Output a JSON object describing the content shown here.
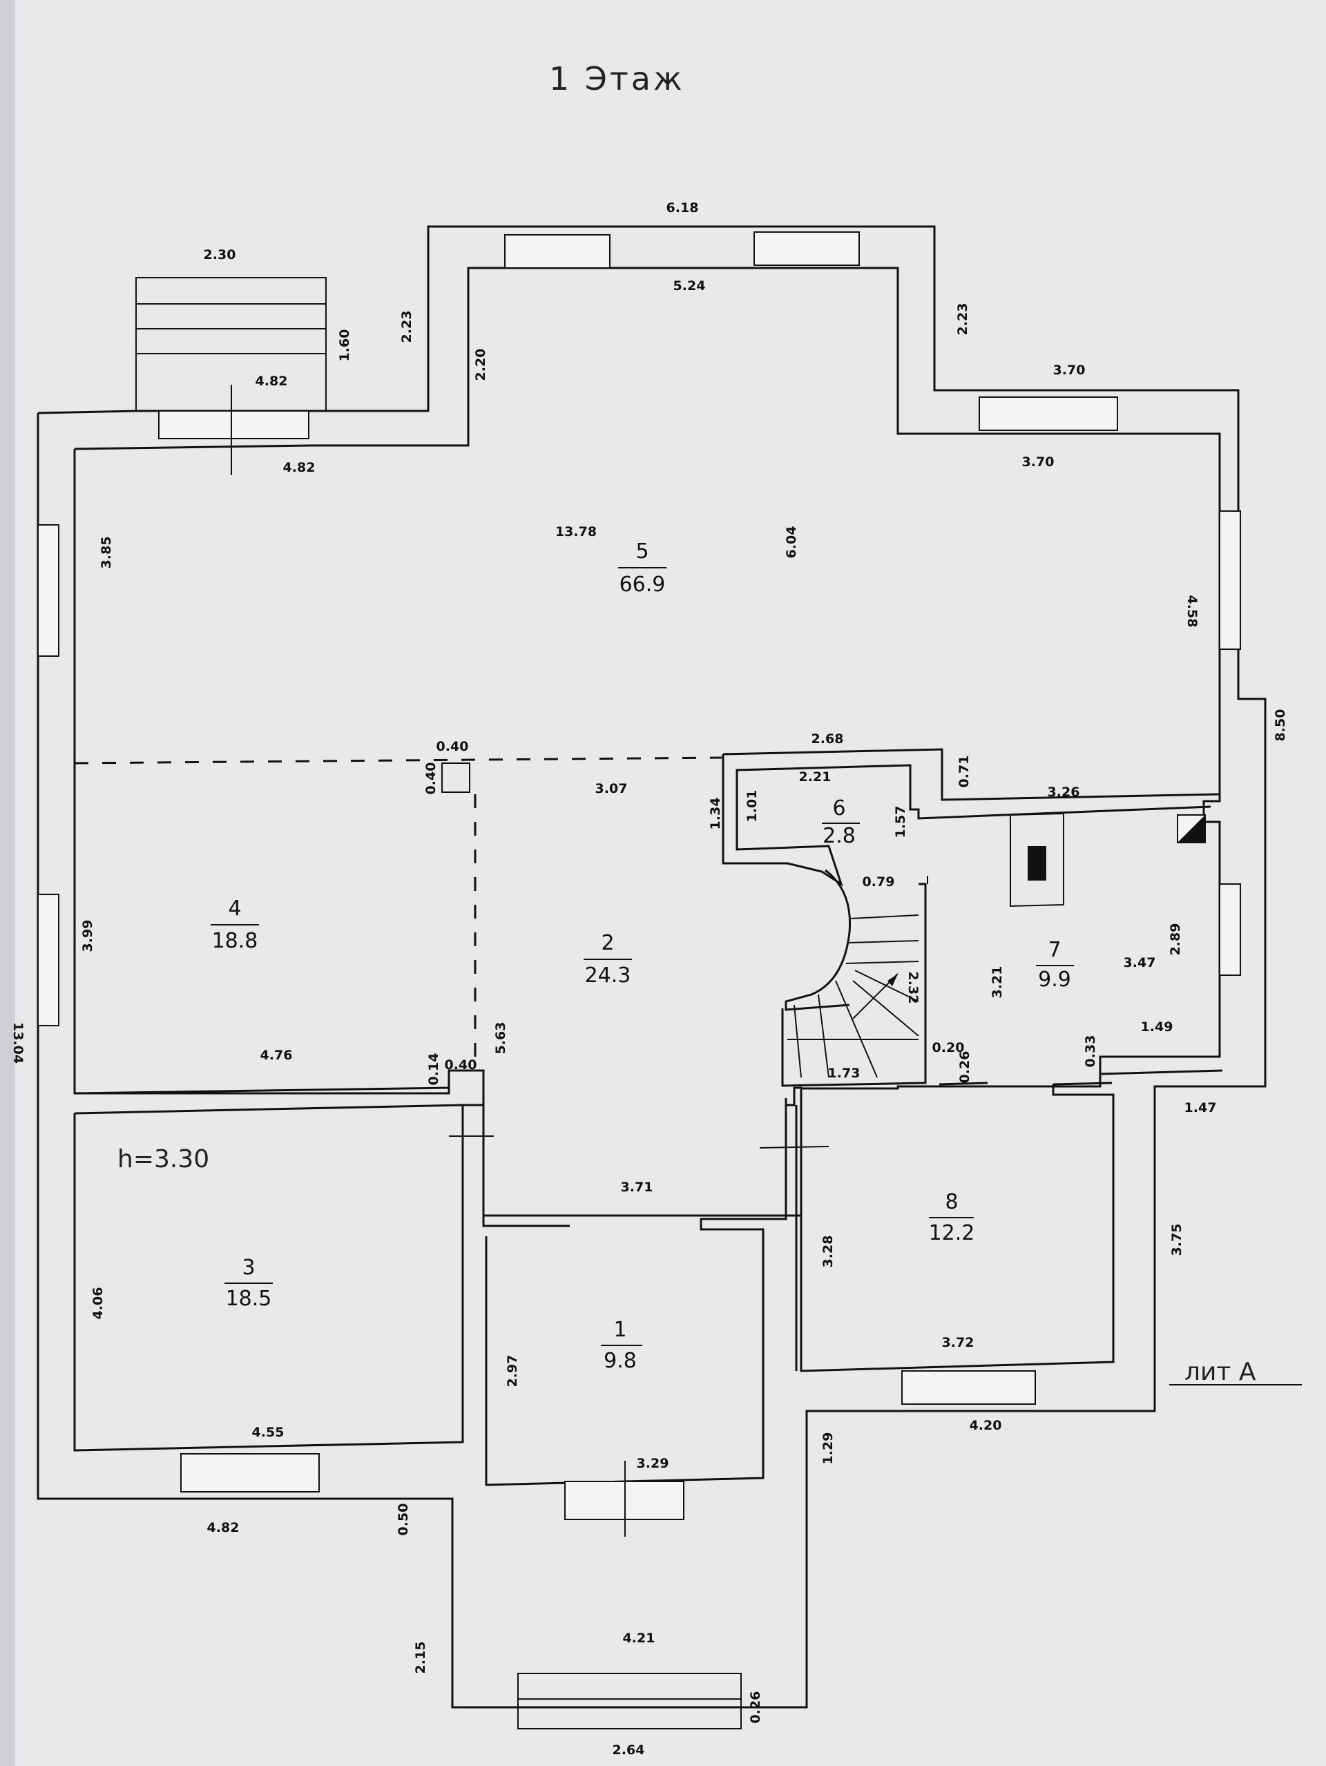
{
  "title": "1 Этаж",
  "height_note": "h=3.30",
  "letter_label": "лит А",
  "edge_label": "13.04",
  "rooms": [
    {
      "num": "1",
      "area": "9.8"
    },
    {
      "num": "2",
      "area": "24.3"
    },
    {
      "num": "3",
      "area": "18.5"
    },
    {
      "num": "4",
      "area": "18.8"
    },
    {
      "num": "5",
      "area": "66.9"
    },
    {
      "num": "6",
      "area": "2.8"
    },
    {
      "num": "7",
      "area": "9.9"
    },
    {
      "num": "8",
      "area": "12.2"
    }
  ],
  "dims": {
    "top_outer": "6.18",
    "top_inner": "5.24",
    "porch_w": "2.30",
    "porch_h": "1.60",
    "porch_base": "4.82",
    "r5_left_top": "4.82",
    "bay_left_h": "2.23",
    "bay_right_h": "2.23",
    "bay_inner_h": "2.20",
    "r5_right_top_outer": "3.70",
    "r5_right_top_inner": "3.70",
    "r5_width": "13.78",
    "r5_depth": "6.04",
    "r5_left_h": "3.85",
    "r5_right_h": "4.58",
    "right_outer": "8.50",
    "r6_top_outer": "2.68",
    "r6_top_inner": "2.21",
    "r6_right": "0.71",
    "r7_top": "3.26",
    "pillar_w": "0.40",
    "pillar_h": "0.40",
    "r2_top": "3.07",
    "r6_left_outer": "1.34",
    "r6_left_inner": "1.01",
    "r6_right_h": "1.57",
    "stair_top": "0.79",
    "r4_h": "3.99",
    "stair_diag": "2.32",
    "r7_left": "3.21",
    "r7_width": "3.47",
    "r7_right": "2.89",
    "r7_step": "1.49",
    "r7_step_h": "0.33",
    "stair_wall": "0.20",
    "stair_wall2": "0.26",
    "stair_base": "1.73",
    "r4_width": "4.76",
    "wall_014": "0.14",
    "wall_040": "0.40",
    "r2_h": "5.63",
    "r8_right_out": "1.47",
    "r2_bottom": "3.71",
    "r8_h": "3.28",
    "r3_h": "4.06",
    "right_low": "3.75",
    "r1_h": "2.97",
    "r8_width": "3.72",
    "r8_bottom_out": "4.20",
    "r3_width": "4.55",
    "r1_width": "3.29",
    "step_h": "1.29",
    "left_bottom": "4.82",
    "porch2_off": "0.50",
    "porch2_h": "2.15",
    "porch2_w": "4.21",
    "porch2_step": "0.26",
    "porch2_bottom": "2.64"
  }
}
